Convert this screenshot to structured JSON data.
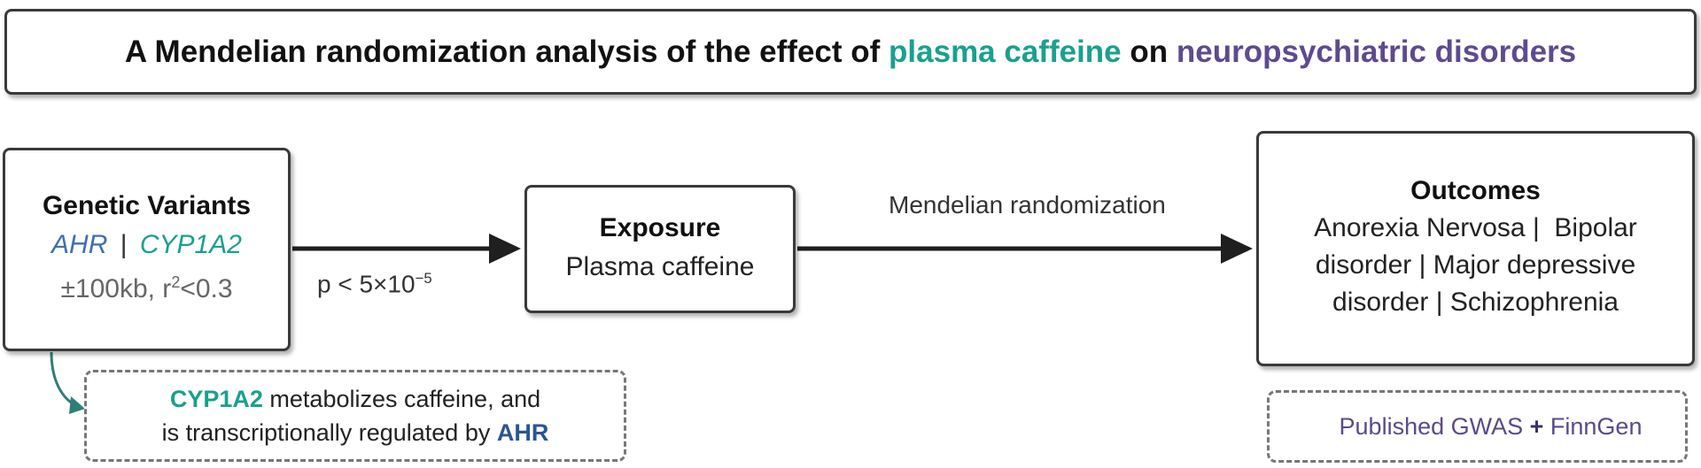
{
  "title": {
    "part1": "A Mendelian randomization analysis of the effect of ",
    "exposure": "plasma caffeine",
    "part2": " on ",
    "outcome": "neuropsychiatric disorders"
  },
  "colors": {
    "teal": "#1aa08f",
    "purple": "#5e4a90",
    "blue": "#3f6fb0",
    "dark_blue": "#2a5592",
    "grey_text": "#666666",
    "border": "#3a3a3a"
  },
  "genetic_variants": {
    "heading": "Genetic Variants",
    "gene1": "AHR",
    "separator": "|",
    "gene2": "CYP1A2",
    "window": "±100kb, r",
    "r2_exp": "2",
    "r2_threshold": "<0.3"
  },
  "arrow1": {
    "label_base": "p < 5×10",
    "label_exp": "−5"
  },
  "exposure": {
    "heading": "Exposure",
    "value": "Plasma caffeine"
  },
  "arrow2": {
    "label": "Mendelian randomization"
  },
  "outcomes": {
    "heading": "Outcomes",
    "line1": "Anorexia Nervosa |  Bipolar",
    "line2": "disorder | Major depressive",
    "line3": "disorder | Schizophrenia"
  },
  "note_cyp": {
    "gene": "CYP1A2",
    "text1": " metabolizes caffeine, and",
    "text2": "is transcriptionally regulated by ",
    "regulator": "AHR"
  },
  "note_gwas": {
    "part1": "Published GWAS ",
    "plus": "+",
    "part2": " FinnGen"
  }
}
